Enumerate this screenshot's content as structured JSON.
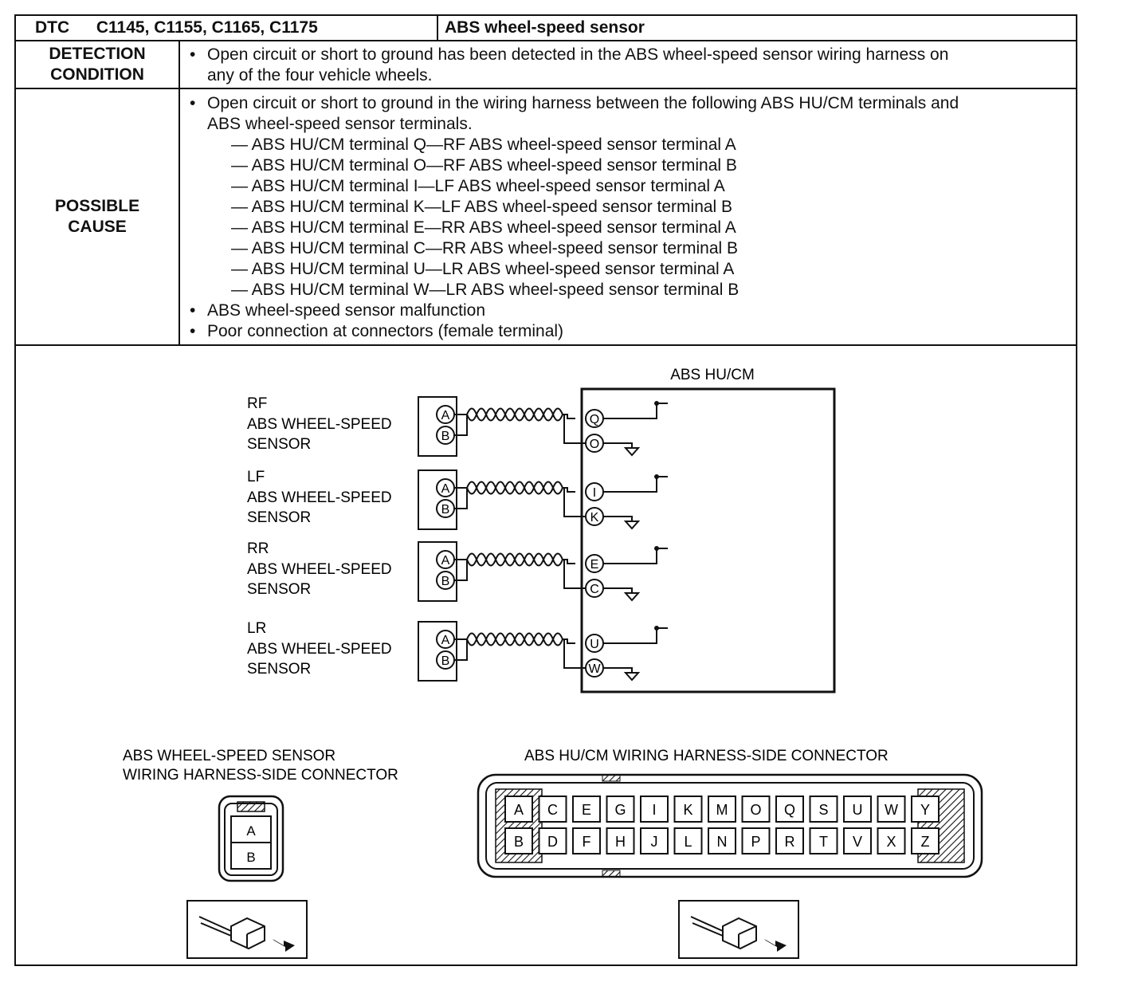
{
  "header": {
    "dtc_label": "DTC",
    "dtc_codes": "C1145, C1155, C1165, C1175",
    "title": "ABS wheel-speed sensor"
  },
  "detection": {
    "label_line1": "DETECTION",
    "label_line2": "CONDITION",
    "text_line1": "Open circuit or short to ground has been detected in the ABS wheel-speed sensor wiring harness on",
    "text_line2": "any of the four vehicle wheels."
  },
  "possible_cause": {
    "label_line1": "POSSIBLE",
    "label_line2": "CAUSE",
    "intro_line1": "Open circuit or short to ground in the wiring harness between the following ABS HU/CM terminals and",
    "intro_line2": "ABS wheel-speed sensor terminals.",
    "items": [
      "— ABS HU/CM terminal Q—RF ABS wheel-speed sensor terminal A",
      "— ABS HU/CM terminal O—RF ABS wheel-speed sensor terminal B",
      "— ABS HU/CM terminal I—LF ABS wheel-speed sensor terminal A",
      "— ABS HU/CM terminal K—LF ABS wheel-speed sensor terminal B",
      "— ABS HU/CM terminal E—RR ABS wheel-speed sensor terminal A",
      "— ABS HU/CM terminal C—RR ABS wheel-speed sensor terminal B",
      "— ABS HU/CM terminal U—LR ABS wheel-speed sensor terminal A",
      "— ABS HU/CM terminal W—LR ABS wheel-speed sensor terminal B"
    ],
    "bullet2": "ABS wheel-speed sensor malfunction",
    "bullet3": "Poor connection at connectors (female terminal)"
  },
  "diagram": {
    "module_label": "ABS HU/CM",
    "sensors": [
      {
        "pos": "RF",
        "line2": "ABS WHEEL-SPEED",
        "line3": "SENSOR",
        "pin_a": "A",
        "pin_b": "B",
        "term_a": "Q",
        "term_b": "O"
      },
      {
        "pos": "LF",
        "line2": "ABS WHEEL-SPEED",
        "line3": "SENSOR",
        "pin_a": "A",
        "pin_b": "B",
        "term_a": "I",
        "term_b": "K"
      },
      {
        "pos": "RR",
        "line2": "ABS WHEEL-SPEED",
        "line3": "SENSOR",
        "pin_a": "A",
        "pin_b": "B",
        "term_a": "E",
        "term_b": "C"
      },
      {
        "pos": "LR",
        "line2": "ABS WHEEL-SPEED",
        "line3": "SENSOR",
        "pin_a": "A",
        "pin_b": "B",
        "term_a": "U",
        "term_b": "W"
      }
    ],
    "sensor_connector_title_line1": "ABS WHEEL-SPEED SENSOR",
    "sensor_connector_title_line2": "WIRING HARNESS-SIDE CONNECTOR",
    "sensor_connector_pins": [
      "A",
      "B"
    ],
    "hucm_connector_title": "ABS HU/CM WIRING HARNESS-SIDE CONNECTOR",
    "hucm_top_row": [
      "A",
      "C",
      "E",
      "G",
      "I",
      "K",
      "M",
      "O",
      "Q",
      "S",
      "U",
      "W",
      "Y"
    ],
    "hucm_bottom_row": [
      "B",
      "D",
      "F",
      "H",
      "J",
      "L",
      "N",
      "P",
      "R",
      "T",
      "V",
      "X",
      "Z"
    ]
  }
}
